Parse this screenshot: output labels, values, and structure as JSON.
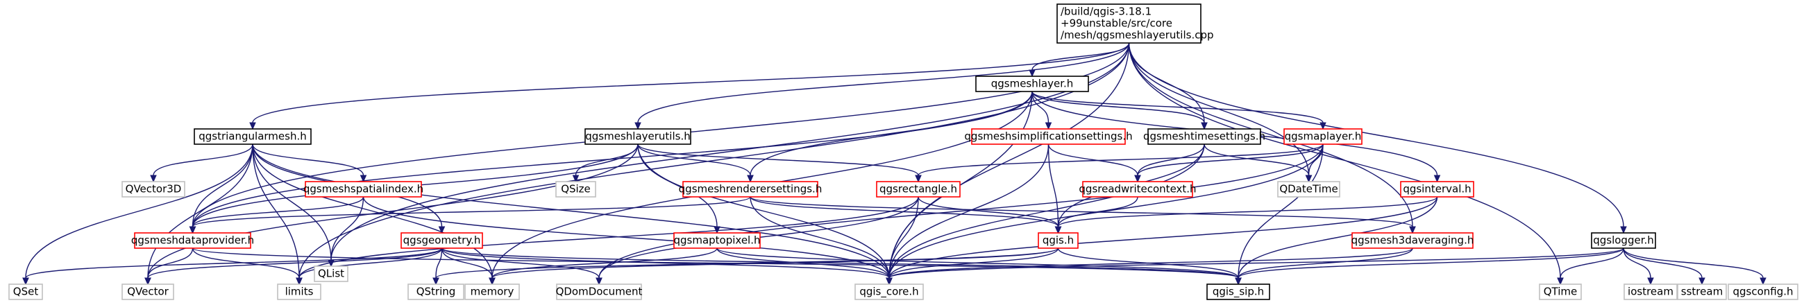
{
  "colors": {
    "edge": "#191970",
    "border_default": "#000000",
    "border_missing": "#ff0000",
    "border_external": "#bfbfbf",
    "root_fill": "#bfbfbf"
  },
  "nodes": [
    {
      "id": "root",
      "lines": [
        "/build/qgis-3.18.1",
        "+99unstable/src/core",
        "/mesh/qgsmeshlayerutils.cpp"
      ],
      "style": "root"
    },
    {
      "id": "meshlayer",
      "lines": [
        "qgsmeshlayer.h"
      ],
      "style": "default"
    },
    {
      "id": "triangularmesh",
      "lines": [
        "qgstriangularmesh.h"
      ],
      "style": "default"
    },
    {
      "id": "meshlayerutils",
      "lines": [
        "qgsmeshlayerutils.h"
      ],
      "style": "default"
    },
    {
      "id": "simplification",
      "lines": [
        "qgsmeshsimplificationsettings.h"
      ],
      "style": "missing"
    },
    {
      "id": "timesettings",
      "lines": [
        "qgsmeshtimesettings.h"
      ],
      "style": "default"
    },
    {
      "id": "maplayer",
      "lines": [
        "qgsmaplayer.h"
      ],
      "style": "missing"
    },
    {
      "id": "logger",
      "lines": [
        "qgslogger.h"
      ],
      "style": "default"
    },
    {
      "id": "qvector3d",
      "lines": [
        "QVector3D"
      ],
      "style": "external"
    },
    {
      "id": "spatialindex",
      "lines": [
        "qgsmeshspatialindex.h"
      ],
      "style": "missing"
    },
    {
      "id": "qsize",
      "lines": [
        "QSize"
      ],
      "style": "external"
    },
    {
      "id": "renderersettings",
      "lines": [
        "qgsmeshrenderersettings.h"
      ],
      "style": "missing"
    },
    {
      "id": "rectangle",
      "lines": [
        "qgsrectangle.h"
      ],
      "style": "missing"
    },
    {
      "id": "readwrite",
      "lines": [
        "qgsreadwritecontext.h"
      ],
      "style": "missing"
    },
    {
      "id": "qdatetime",
      "lines": [
        "QDateTime"
      ],
      "style": "external"
    },
    {
      "id": "interval",
      "lines": [
        "qgsinterval.h"
      ],
      "style": "missing"
    },
    {
      "id": "dataprovider",
      "lines": [
        "qgsmeshdataprovider.h"
      ],
      "style": "missing"
    },
    {
      "id": "qlist",
      "lines": [
        "QList"
      ],
      "style": "external"
    },
    {
      "id": "geometry",
      "lines": [
        "qgsgeometry.h"
      ],
      "style": "missing"
    },
    {
      "id": "maptopixel",
      "lines": [
        "qgsmaptopixel.h"
      ],
      "style": "missing"
    },
    {
      "id": "qgis",
      "lines": [
        "qgis.h"
      ],
      "style": "missing"
    },
    {
      "id": "averaging",
      "lines": [
        "qgsmesh3daveraging.h"
      ],
      "style": "missing"
    },
    {
      "id": "qset",
      "lines": [
        "QSet"
      ],
      "style": "external"
    },
    {
      "id": "qvector",
      "lines": [
        "QVector"
      ],
      "style": "external"
    },
    {
      "id": "limits",
      "lines": [
        "limits"
      ],
      "style": "external"
    },
    {
      "id": "qstring",
      "lines": [
        "QString"
      ],
      "style": "external"
    },
    {
      "id": "memory",
      "lines": [
        "memory"
      ],
      "style": "external"
    },
    {
      "id": "qdomdocument",
      "lines": [
        "QDomDocument"
      ],
      "style": "external"
    },
    {
      "id": "qgis_core",
      "lines": [
        "qgis_core.h"
      ],
      "style": "external"
    },
    {
      "id": "qgis_sip",
      "lines": [
        "qgis_sip.h"
      ],
      "style": "default"
    },
    {
      "id": "qtime",
      "lines": [
        "QTime"
      ],
      "style": "external"
    },
    {
      "id": "iostream",
      "lines": [
        "iostream"
      ],
      "style": "external"
    },
    {
      "id": "sstream",
      "lines": [
        "sstream"
      ],
      "style": "external"
    },
    {
      "id": "qgsconfig",
      "lines": [
        "qgsconfig.h"
      ],
      "style": "external"
    }
  ],
  "edges": [
    [
      "root",
      "meshlayer"
    ],
    [
      "root",
      "triangularmesh"
    ],
    [
      "root",
      "meshlayerutils"
    ],
    [
      "root",
      "timesettings"
    ],
    [
      "root",
      "qdatetime"
    ],
    [
      "root",
      "averaging"
    ],
    [
      "root",
      "qtime"
    ],
    [
      "root",
      "logger"
    ],
    [
      "root",
      "dataprovider"
    ],
    [
      "root",
      "limits"
    ],
    [
      "root",
      "qgis_core"
    ],
    [
      "meshlayer",
      "memory"
    ],
    [
      "meshlayer",
      "qgis_core"
    ],
    [
      "meshlayer",
      "simplification"
    ],
    [
      "meshlayer",
      "timesettings"
    ],
    [
      "meshlayer",
      "maplayer"
    ],
    [
      "meshlayer",
      "interval"
    ],
    [
      "meshlayer",
      "renderersettings"
    ],
    [
      "meshlayer",
      "dataprovider"
    ],
    [
      "triangularmesh",
      "qvector3d"
    ],
    [
      "triangularmesh",
      "spatialindex"
    ],
    [
      "triangularmesh",
      "geometry"
    ],
    [
      "triangularmesh",
      "qlist"
    ],
    [
      "triangularmesh",
      "dataprovider"
    ],
    [
      "triangularmesh",
      "qset"
    ],
    [
      "triangularmesh",
      "qvector"
    ],
    [
      "triangularmesh",
      "limits"
    ],
    [
      "triangularmesh",
      "memory"
    ],
    [
      "triangularmesh",
      "qgis_core"
    ],
    [
      "meshlayerutils",
      "qsize"
    ],
    [
      "meshlayerutils",
      "renderersettings"
    ],
    [
      "meshlayerutils",
      "rectangle"
    ],
    [
      "meshlayerutils",
      "maptopixel"
    ],
    [
      "meshlayerutils",
      "dataprovider"
    ],
    [
      "meshlayerutils",
      "qvector"
    ],
    [
      "meshlayerutils",
      "qgis_core"
    ],
    [
      "simplification",
      "readwrite"
    ],
    [
      "simplification",
      "qgis"
    ],
    [
      "simplification",
      "qgis_core"
    ],
    [
      "timesettings",
      "readwrite"
    ],
    [
      "timesettings",
      "qdatetime"
    ],
    [
      "timesettings",
      "qgis"
    ],
    [
      "timesettings",
      "qgis_core"
    ],
    [
      "maplayer",
      "rectangle"
    ],
    [
      "maplayer",
      "readwrite"
    ],
    [
      "maplayer",
      "qdatetime"
    ],
    [
      "maplayer",
      "qdomdocument"
    ],
    [
      "maplayer",
      "qgis_core"
    ],
    [
      "maplayer",
      "qgis_sip"
    ],
    [
      "spatialindex",
      "dataprovider"
    ],
    [
      "spatialindex",
      "qlist"
    ],
    [
      "spatialindex",
      "qgis_core"
    ],
    [
      "renderersettings",
      "qgis"
    ],
    [
      "renderersettings",
      "dataprovider"
    ],
    [
      "renderersettings",
      "averaging"
    ],
    [
      "renderersettings",
      "qgis_core"
    ],
    [
      "rectangle",
      "qgis"
    ],
    [
      "rectangle",
      "qdomdocument"
    ],
    [
      "rectangle",
      "qgis_core"
    ],
    [
      "rectangle",
      "limits"
    ],
    [
      "readwrite",
      "qgis"
    ],
    [
      "interval",
      "qgis"
    ],
    [
      "interval",
      "qgis_core"
    ],
    [
      "interval",
      "qgis_sip"
    ],
    [
      "dataprovider",
      "qvector"
    ],
    [
      "dataprovider",
      "limits"
    ],
    [
      "dataprovider",
      "qgis_sip"
    ],
    [
      "geometry",
      "qset"
    ],
    [
      "geometry",
      "qvector"
    ],
    [
      "geometry",
      "limits"
    ],
    [
      "geometry",
      "qstring"
    ],
    [
      "geometry",
      "memory"
    ],
    [
      "geometry",
      "qdomdocument"
    ],
    [
      "geometry",
      "qgis_core"
    ],
    [
      "geometry",
      "qgis_sip"
    ],
    [
      "maptopixel",
      "memory"
    ],
    [
      "maptopixel",
      "qgis_core"
    ],
    [
      "maptopixel",
      "qgis_sip"
    ],
    [
      "qgis",
      "qstring"
    ],
    [
      "qgis",
      "memory"
    ],
    [
      "qgis",
      "qgis_core"
    ],
    [
      "qgis",
      "qgis_sip"
    ],
    [
      "averaging",
      "qgis_core"
    ],
    [
      "averaging",
      "qgis_sip"
    ],
    [
      "logger",
      "qgis_core"
    ],
    [
      "logger",
      "qgis_sip"
    ],
    [
      "logger",
      "qtime"
    ],
    [
      "logger",
      "iostream"
    ],
    [
      "logger",
      "sstream"
    ],
    [
      "logger",
      "qgsconfig"
    ],
    [
      "root",
      "qlist"
    ]
  ]
}
